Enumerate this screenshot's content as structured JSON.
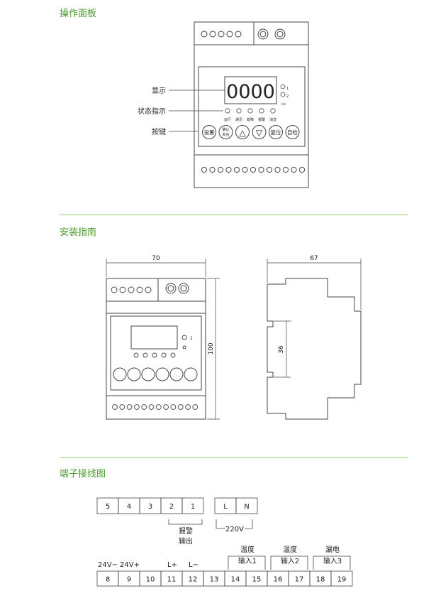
{
  "sections": {
    "panel": "操作面板",
    "install": "安装指南",
    "terminal": "端子接线图"
  },
  "panel": {
    "display_label": "显示",
    "status_label": "状态指示",
    "keys_label": "按键",
    "display_value": "0000",
    "side_leds": [
      "1",
      "2"
    ],
    "side_led_caption": "Hz",
    "status_leds": [
      "运行",
      "通讯",
      "故障",
      "报警",
      "消音"
    ],
    "buttons": [
      "设置",
      "确认/向右",
      "△",
      "▽",
      "复位",
      "自检"
    ]
  },
  "dimensions": {
    "front_width": "70",
    "front_height": "100",
    "side_width": "67",
    "rail": "36"
  },
  "terminals": {
    "top_row": [
      "5",
      "4",
      "3",
      "2",
      "1"
    ],
    "power_row": [
      "L",
      "N"
    ],
    "alarm_label_1": "报警",
    "alarm_label_2": "输出",
    "power_label": "220V",
    "bottom_row": [
      "8",
      "9",
      "10",
      "11",
      "12",
      "13",
      "14",
      "15",
      "16",
      "17",
      "18",
      "19"
    ],
    "bottom_labels": [
      "24V−",
      "24V+",
      "L+",
      "L−"
    ],
    "group_labels": [
      {
        "top": "温度",
        "bottom": "输入1"
      },
      {
        "top": "温度",
        "bottom": "输入2"
      },
      {
        "top": "漏电",
        "bottom": "输入3"
      }
    ]
  }
}
